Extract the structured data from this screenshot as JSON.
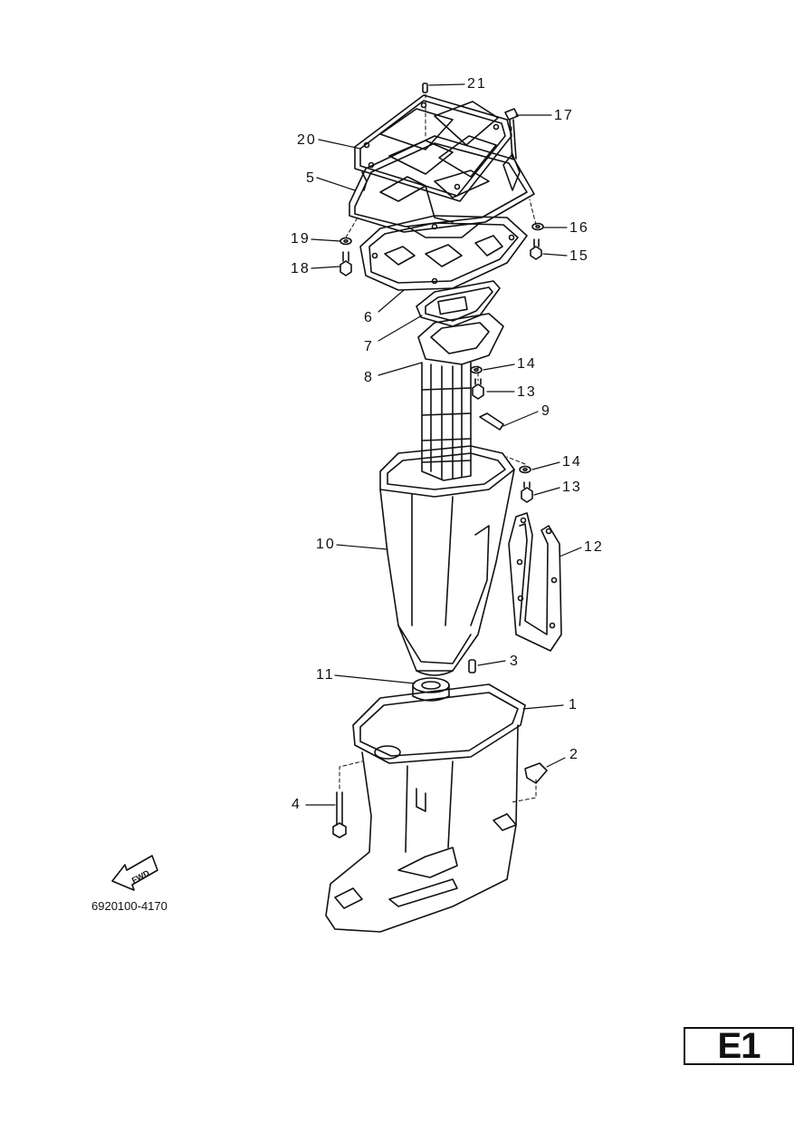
{
  "callouts": {
    "c21": "21",
    "c17": "17",
    "c20": "20",
    "c5": "5",
    "c16": "16",
    "c19": "19",
    "c15": "15",
    "c18": "18",
    "c6": "6",
    "c7": "7",
    "c8": "8",
    "c14a": "14",
    "c13a": "13",
    "c9": "9",
    "c14b": "14",
    "c13b": "13",
    "c10": "10",
    "c12": "12",
    "c3": "3",
    "c11": "11",
    "c1": "1",
    "c2": "2",
    "c4": "4"
  },
  "fwd_label": "FWD",
  "part_code": "6920100-4170",
  "section_id": "E1"
}
